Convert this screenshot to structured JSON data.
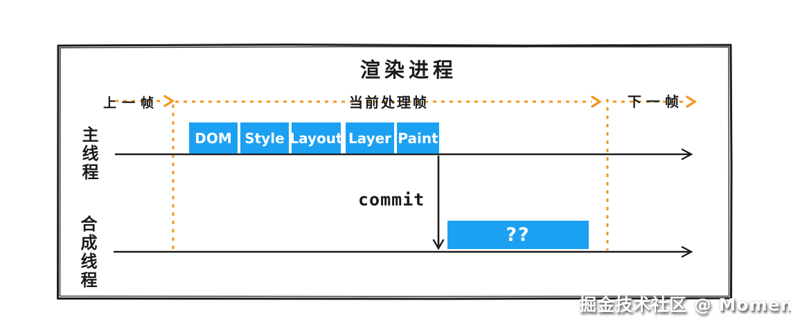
{
  "diagram": {
    "title": "渲染进程",
    "timeline": {
      "previous_frame": "上一帧",
      "current_frame": "当前处理帧",
      "next_frame": "下一帧"
    },
    "main_thread": {
      "label": "主线程",
      "stages": [
        "DOM",
        "Style",
        "Layout",
        "Layer",
        "Paint"
      ]
    },
    "commit_label": "commit",
    "compositor_thread": {
      "label": "合成线程",
      "task": "??"
    },
    "watermark": "掘金技术社区 @ Moment",
    "colors": {
      "stage_fill": "#1CA0F2",
      "frame_dash_orange": "#F5941E",
      "line_black": "#1A1A1A",
      "background": "#FFFFFF"
    }
  }
}
